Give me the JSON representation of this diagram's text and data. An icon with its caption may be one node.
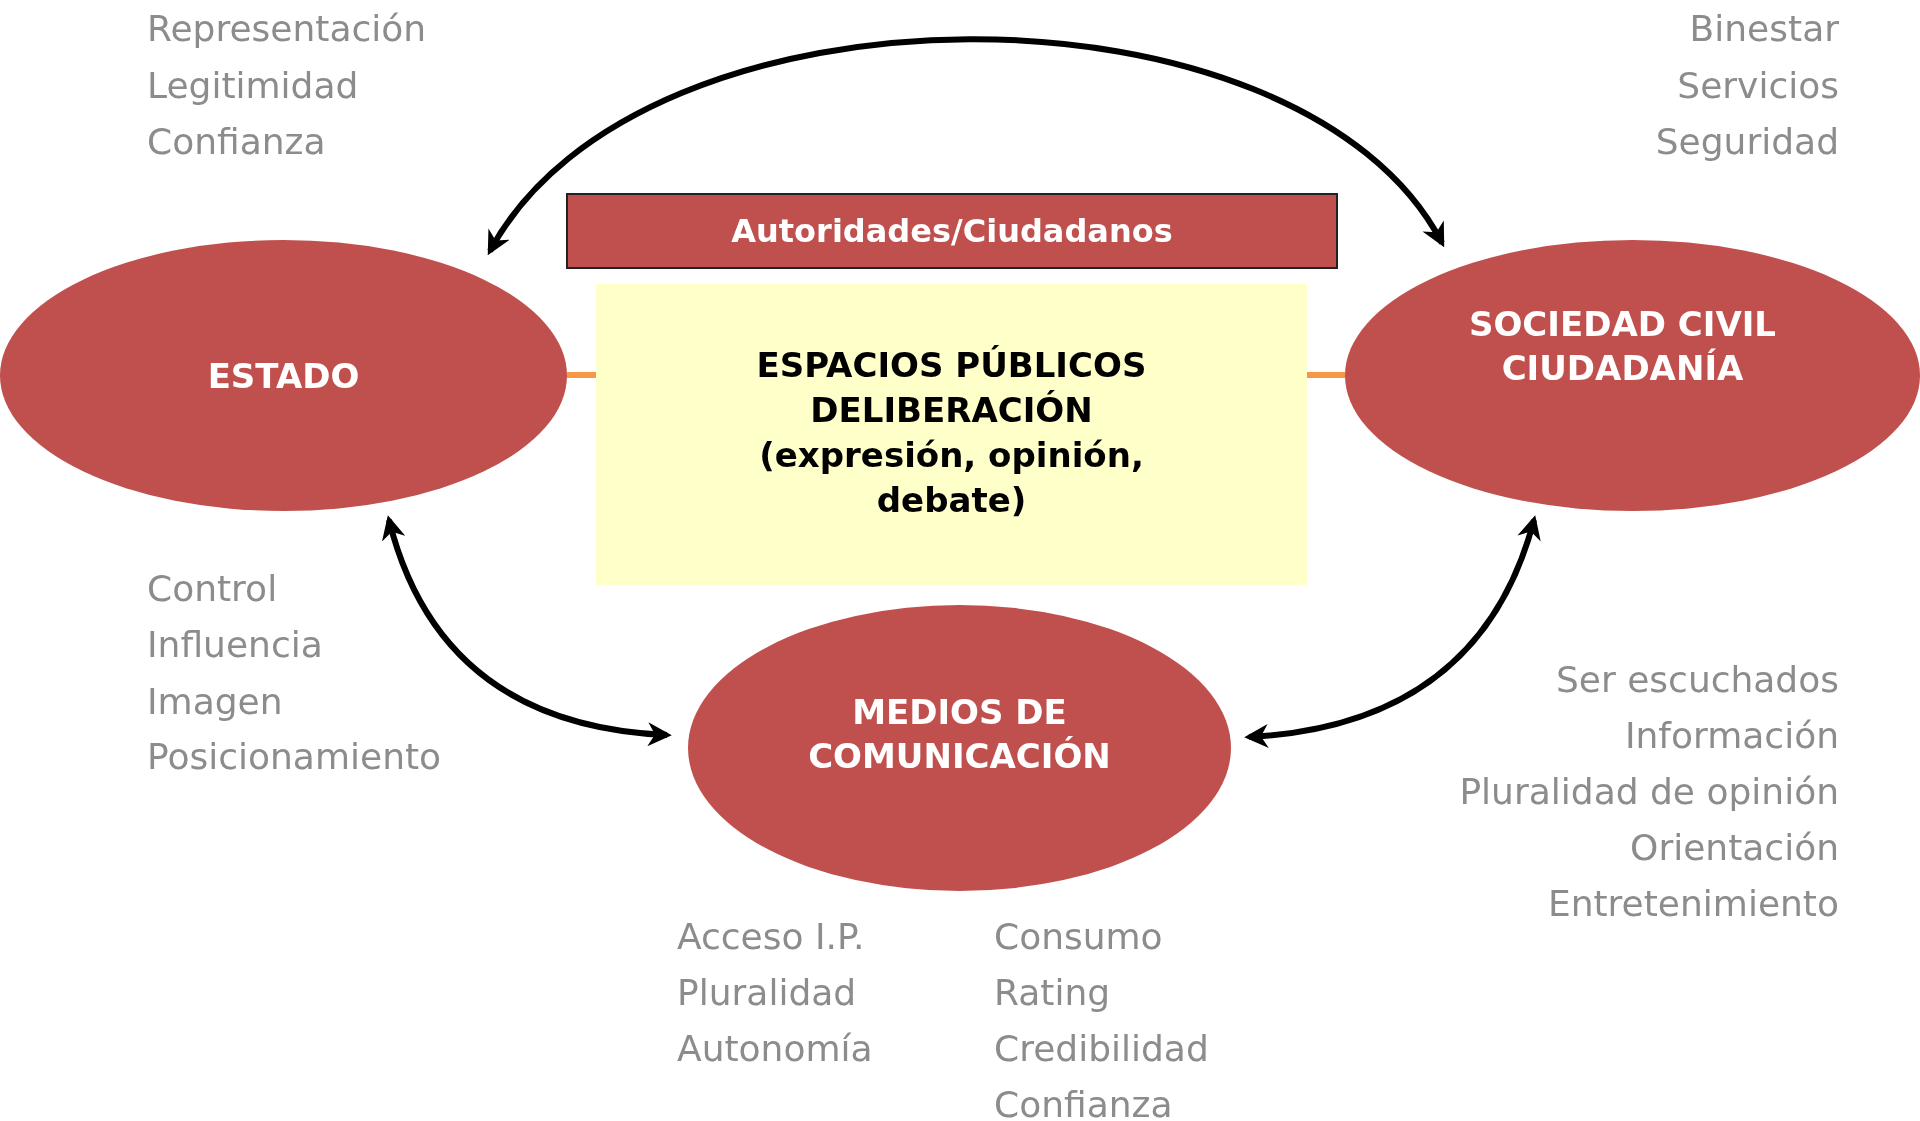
{
  "diagram": {
    "nodes": [
      {
        "text": [
          "ESTADO"
        ]
      },
      {
        "text": [
          "Autoridades/Ciudadanos"
        ]
      },
      {
        "text": [
          "ESPACIOS PÚBLICOS DELIBERACIÓN (expresión, opinión, debate)"
        ]
      },
      {
        "text": [
          "SOCIEDAD CIVIL CIUDADANÍA"
        ]
      },
      {
        "text": [
          "MEDIOS DE COMUNICACIÓN"
        ]
      }
    ],
    "edges": [
      {
        "from": 0,
        "to": 3,
        "arrow": "both"
      },
      {
        "from": 0,
        "to": 2,
        "arrow": "none",
        "color": "#f79646"
      },
      {
        "from": 2,
        "to": 3,
        "arrow": "none",
        "color": "#f79646"
      },
      {
        "from": 0,
        "to": 4,
        "arrow": "both"
      },
      {
        "from": 3,
        "to": 4,
        "arrow": "both"
      }
    ],
    "labels": [
      "Representación",
      "Legitimidad",
      "Confianza",
      "Binestar",
      "Servicios",
      "Seguridad",
      "Control",
      "Influencia",
      "Imagen",
      "Posicionamiento",
      "Ser escuchados",
      "Información",
      "Pluralidad de opinión",
      "Orientación",
      "Entretenimiento",
      "Acceso I.P.",
      "Consumo",
      "Pluralidad",
      "Rating",
      "Autonomía",
      "Credibilidad",
      "Confianza"
    ]
  }
}
